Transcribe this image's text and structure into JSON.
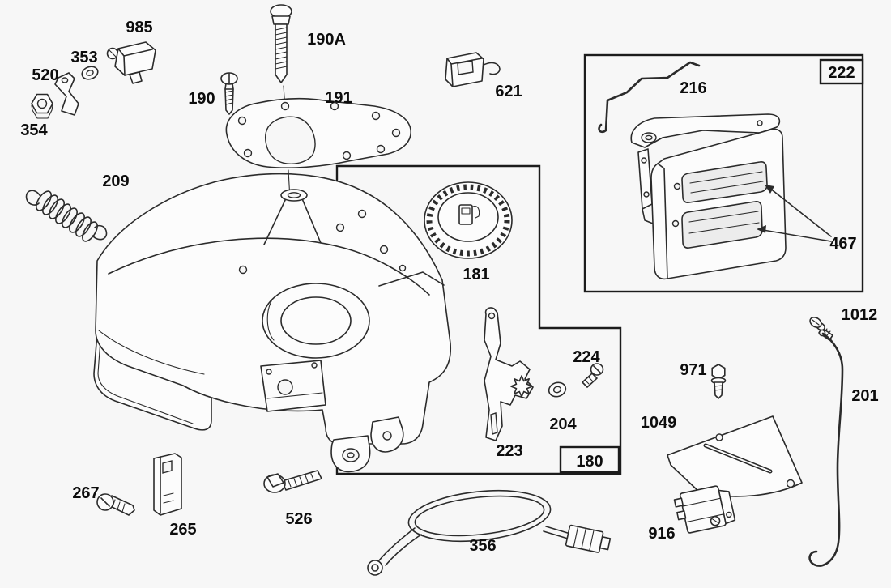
{
  "diagram": {
    "background_color": "#f7f7f7",
    "line_color": "#2b2b2b",
    "label_color": "#0d0d0d",
    "part_labels": {
      "985": "985",
      "353": "353",
      "520": "520",
      "354": "354",
      "190": "190",
      "190A": "190A",
      "191": "191",
      "621": "621",
      "209": "209",
      "216": "216",
      "222": "222",
      "467": "467",
      "181": "181",
      "1012": "1012",
      "224": "224",
      "204": "204",
      "971": "971",
      "201": "201",
      "223": "223",
      "1049": "1049",
      "180": "180",
      "267": "267",
      "265": "265",
      "526": "526",
      "356": "356",
      "916": "916"
    }
  }
}
